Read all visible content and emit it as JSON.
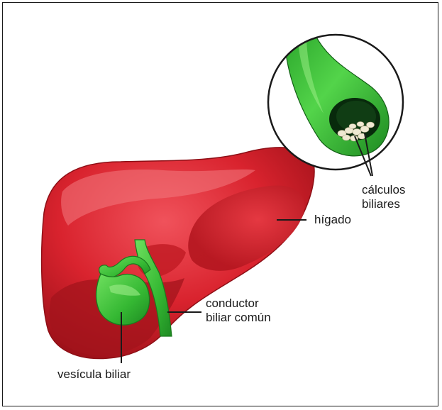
{
  "labels": {
    "liver": "hígado",
    "gallstones_line1": "cálculos",
    "gallstones_line2": "biliares",
    "duct_line1": "conductor",
    "duct_line2": "biliar común",
    "gallbladder": "vesícula biliar"
  },
  "colors": {
    "liver_main": "#d9232e",
    "liver_light": "#ee4b55",
    "liver_dark": "#a3141c",
    "organ_green": "#3ec63a",
    "organ_green_dark": "#1f8f20",
    "stone": "#efe9d2"
  }
}
